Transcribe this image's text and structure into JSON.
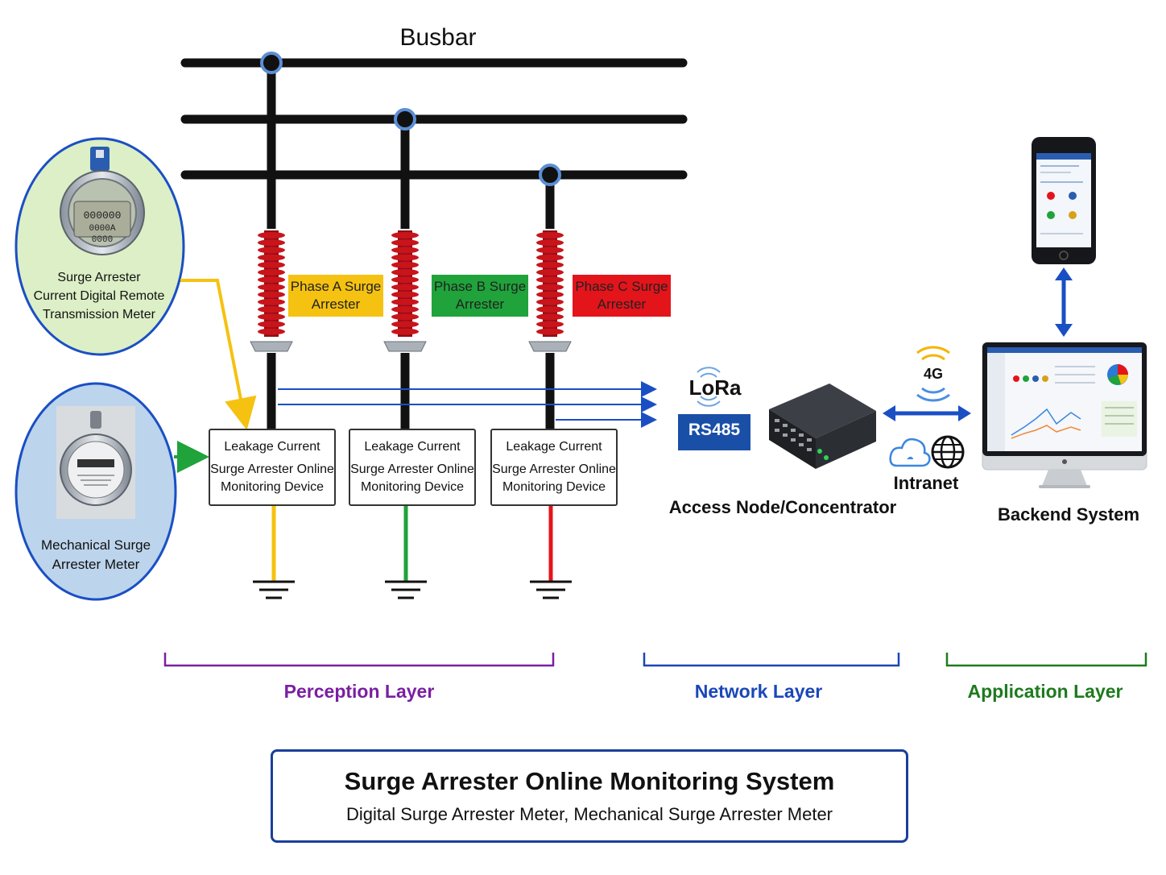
{
  "busbar_label": "Busbar",
  "phases": [
    {
      "line1": "Phase A Surge",
      "line2": "Arrester",
      "color": "#f5c211"
    },
    {
      "line1": "Phase B Surge",
      "line2": "Arrester",
      "color": "#1fa33a"
    },
    {
      "line1": "Phase C Surge",
      "line2": "Arrester",
      "color": "#e4141b"
    }
  ],
  "devices": [
    {
      "line1": "Leakage Current",
      "line2": "Surge Arrester Online",
      "line3": "Monitoring Device"
    },
    {
      "line1": "Leakage Current",
      "line2": "Surge Arrester Online",
      "line3": "Monitoring Device"
    },
    {
      "line1": "Leakage Current",
      "line2": "Surge Arrester Online",
      "line3": "Monitoring Device"
    }
  ],
  "digital_meter": {
    "line1": "Surge Arrester",
    "line2": "Current Digital Remote",
    "line3": "Transmission Meter",
    "display_row1": "000000",
    "display_row2": "0000A",
    "display_row3": "0000"
  },
  "mechanical_meter": {
    "line1": "Mechanical Surge",
    "line2": "Arrester Meter"
  },
  "network": {
    "lora_label": "LoRa",
    "rs485_label": "RS485",
    "concentrator_label": "Access Node/Concentrator",
    "cellular_label": "4G",
    "intranet_label": "Intranet"
  },
  "backend_label": "Backend System",
  "layers": [
    {
      "label": "Perception Layer",
      "color": "#7a1fa2"
    },
    {
      "label": "Network Layer",
      "color": "#1a47b8"
    },
    {
      "label": "Application Layer",
      "color": "#1e7a1e"
    }
  ],
  "title": {
    "main": "Surge Arrester Online Monitoring System",
    "sub": "Digital Surge Arrester Meter, Mechanical Surge Arrester Meter"
  },
  "colors": {
    "bus": "#111111",
    "connector": "#5b8fd6",
    "signal_blue": "#1a4fc4",
    "arrester_red": "#c9141b",
    "digital_meter_fill": "#dcefc6",
    "mechanical_meter_fill": "#bcd4ec",
    "rs485_fill": "#1a4fa8"
  },
  "icons": [
    "lora-signal-icon",
    "wifi-signal-icon",
    "cloud-icon",
    "globe-icon",
    "ground-icon",
    "smartphone-icon",
    "monitor-icon"
  ]
}
